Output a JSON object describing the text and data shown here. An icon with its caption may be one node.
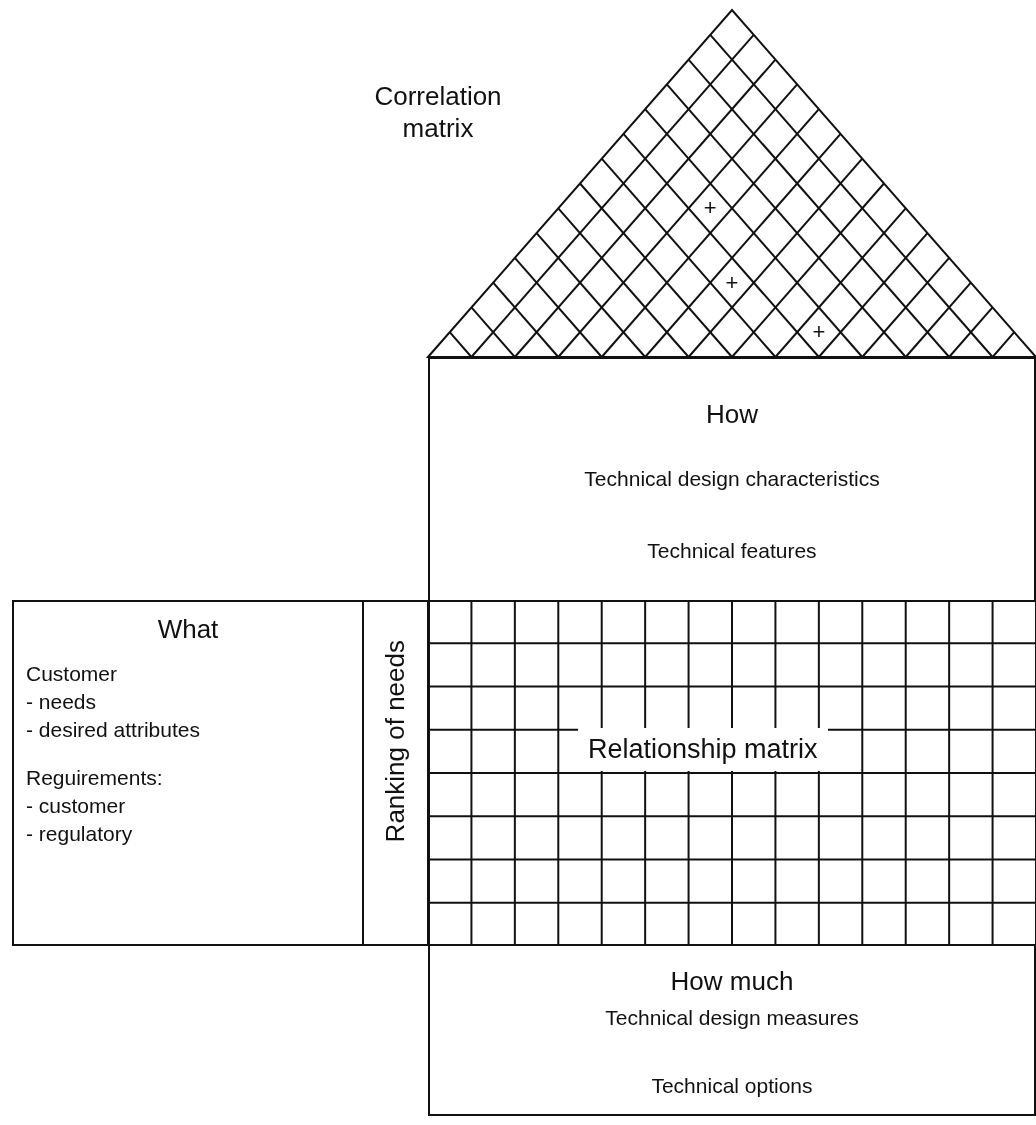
{
  "diagram": {
    "nodes": [
      {
        "text": [
          "Correlation matrix"
        ]
      },
      {
        "text": [
          "How",
          "Technical design characteristics",
          "Technical features"
        ]
      },
      {
        "text": [
          "What",
          "Customer - needs - desired attributes",
          "Reguirements: - customer - regulatory"
        ]
      },
      {
        "text": [
          "Ranking of needs"
        ]
      },
      {
        "text": [
          "Relationship matrix"
        ]
      },
      {
        "text": [
          "How much",
          "Technical design measures",
          "Technical options"
        ]
      }
    ],
    "edges": [],
    "labels": [
      "+",
      "+",
      "+"
    ]
  }
}
